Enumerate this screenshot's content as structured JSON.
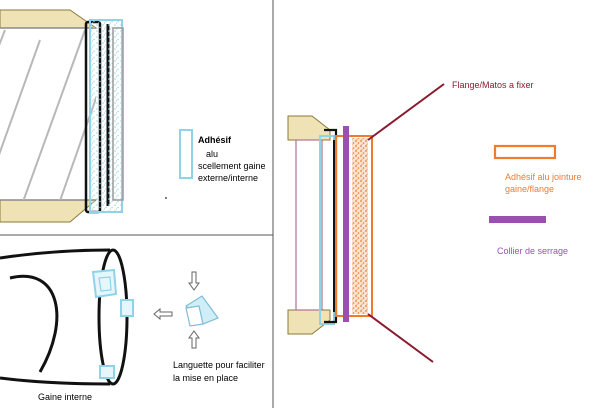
{
  "colors": {
    "adhesive_alu": "#8fd3e8",
    "adhesive_joint": "#f07b2a",
    "clamp": "#9b4fb0",
    "flange": "#8b1a2e",
    "insulation": "#efe3b5",
    "insulation_edge": "#8a7a3a",
    "sheath": "#111111",
    "hatch": "#b8b8b8",
    "divider": "#555555",
    "outline_pink": "#b07090"
  },
  "top_left": {
    "legend_label_line1": "Adhésif",
    "legend_label_line2": "alu",
    "legend_label_line3": "scellement gaine",
    "legend_label_line4": "externe/interne"
  },
  "bottom_left": {
    "caption_line1": "Languette pour faciliter",
    "caption_line2": "la mise en place",
    "sheath_label": "Gaine interne"
  },
  "right": {
    "flange_label": "Flange/Matos a fixer",
    "joint_label_line1": "Adhésif alu jointure",
    "joint_label_line2": "gaine/flange",
    "clamp_label": "Collier de serrage"
  }
}
